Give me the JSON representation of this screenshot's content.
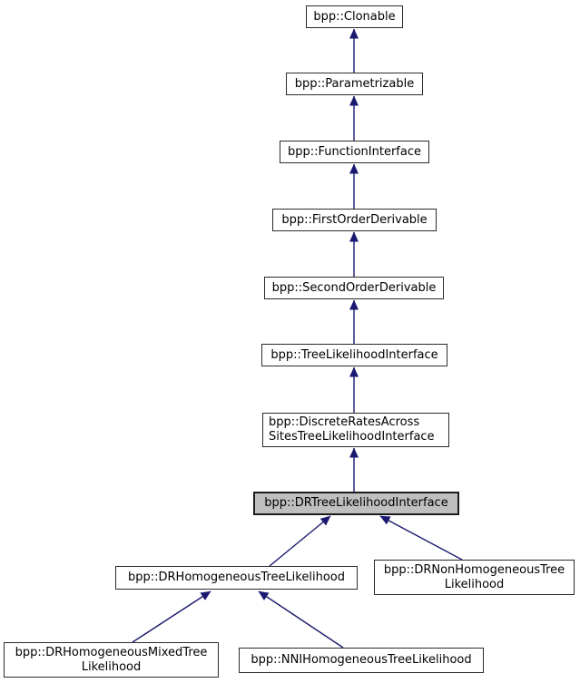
{
  "diagram": {
    "kind": "class-inheritance-graph",
    "colors": {
      "arrow": "#191970",
      "node_fill": "#ffffff",
      "node_border": "#2b2b2b",
      "highlight_fill": "#bfbfbf"
    },
    "nodes": [
      {
        "id": "bpp-clonable",
        "lines": [
          "bpp::Clonable"
        ],
        "highlighted": false
      },
      {
        "id": "bpp-parametrizable",
        "lines": [
          "bpp::Parametrizable"
        ],
        "highlighted": false
      },
      {
        "id": "bpp-function-interface",
        "lines": [
          "bpp::FunctionInterface"
        ],
        "highlighted": false
      },
      {
        "id": "bpp-first-order-derivable",
        "lines": [
          "bpp::FirstOrderDerivable"
        ],
        "highlighted": false
      },
      {
        "id": "bpp-second-order-derivable",
        "lines": [
          "bpp::SecondOrderDerivable"
        ],
        "highlighted": false
      },
      {
        "id": "bpp-tree-likelihood-interface",
        "lines": [
          "bpp::TreeLikelihoodInterface"
        ],
        "highlighted": false
      },
      {
        "id": "bpp-discrete-rates-across-sites-tree-likelihood-interface",
        "lines": [
          "bpp::DiscreteRatesAcross",
          "SitesTreeLikelihoodInterface"
        ],
        "highlighted": false
      },
      {
        "id": "bpp-dr-tree-likelihood-interface",
        "lines": [
          "bpp::DRTreeLikelihoodInterface"
        ],
        "highlighted": true
      },
      {
        "id": "bpp-dr-homogeneous-tree-likelihood",
        "lines": [
          "bpp::DRHomogeneousTreeLikelihood"
        ],
        "highlighted": false
      },
      {
        "id": "bpp-dr-non-homogeneous-tree-likelihood",
        "lines": [
          "bpp::DRNonHomogeneousTree",
          "Likelihood"
        ],
        "highlighted": false
      },
      {
        "id": "bpp-dr-homogeneous-mixed-tree-likelihood",
        "lines": [
          "bpp::DRHomogeneousMixedTree",
          "Likelihood"
        ],
        "highlighted": false
      },
      {
        "id": "bpp-nni-homogeneous-tree-likelihood",
        "lines": [
          "bpp::NNIHomogeneousTreeLikelihood"
        ],
        "highlighted": false
      }
    ],
    "edges": [
      {
        "from": "bpp-parametrizable",
        "to": "bpp-clonable",
        "type": "public-inheritance"
      },
      {
        "from": "bpp-function-interface",
        "to": "bpp-parametrizable",
        "type": "public-inheritance"
      },
      {
        "from": "bpp-first-order-derivable",
        "to": "bpp-function-interface",
        "type": "public-inheritance"
      },
      {
        "from": "bpp-second-order-derivable",
        "to": "bpp-first-order-derivable",
        "type": "public-inheritance"
      },
      {
        "from": "bpp-tree-likelihood-interface",
        "to": "bpp-second-order-derivable",
        "type": "public-inheritance"
      },
      {
        "from": "bpp-discrete-rates-across-sites-tree-likelihood-interface",
        "to": "bpp-tree-likelihood-interface",
        "type": "public-inheritance"
      },
      {
        "from": "bpp-dr-tree-likelihood-interface",
        "to": "bpp-discrete-rates-across-sites-tree-likelihood-interface",
        "type": "public-inheritance"
      },
      {
        "from": "bpp-dr-homogeneous-tree-likelihood",
        "to": "bpp-dr-tree-likelihood-interface",
        "type": "public-inheritance"
      },
      {
        "from": "bpp-dr-non-homogeneous-tree-likelihood",
        "to": "bpp-dr-tree-likelihood-interface",
        "type": "public-inheritance"
      },
      {
        "from": "bpp-dr-homogeneous-mixed-tree-likelihood",
        "to": "bpp-dr-homogeneous-tree-likelihood",
        "type": "public-inheritance"
      },
      {
        "from": "bpp-nni-homogeneous-tree-likelihood",
        "to": "bpp-dr-homogeneous-tree-likelihood",
        "type": "public-inheritance"
      }
    ]
  }
}
